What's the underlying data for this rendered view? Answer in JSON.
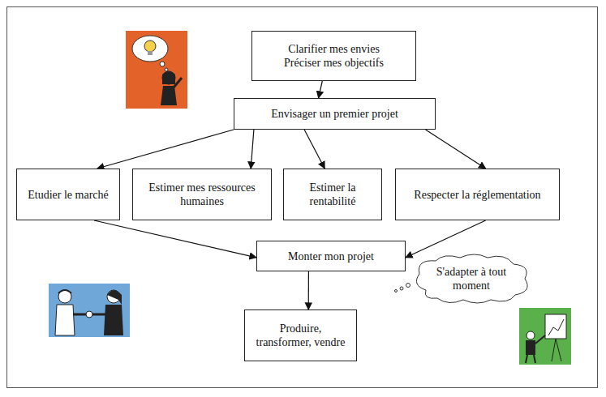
{
  "diagram": {
    "nodes": [
      {
        "text": [
          "Clarifier mes envies",
          "Préciser mes objectifs"
        ]
      },
      {
        "text": [
          "Envisager un premier projet"
        ]
      },
      {
        "text": [
          "Etudier le marché"
        ]
      },
      {
        "text": [
          "Estimer mes ressources humaines"
        ]
      },
      {
        "text": [
          "Estimer la rentabilité"
        ]
      },
      {
        "text": [
          "Respecter la réglementation"
        ]
      },
      {
        "text": [
          "Monter mon projet"
        ]
      },
      {
        "text": [
          "Produire, transformer, vendre"
        ]
      },
      {
        "text": [
          "S'adapter à tout moment"
        ]
      }
    ],
    "edges": [
      {
        "from": 0,
        "to": 1,
        "arrow": "to"
      },
      {
        "from": 1,
        "to": 2,
        "arrow": "to"
      },
      {
        "from": 1,
        "to": 3,
        "arrow": "to"
      },
      {
        "from": 1,
        "to": 4,
        "arrow": "to"
      },
      {
        "from": 1,
        "to": 5,
        "arrow": "to"
      },
      {
        "from": 2,
        "to": 6,
        "arrow": "to"
      },
      {
        "from": 5,
        "to": 6,
        "arrow": "to"
      },
      {
        "from": 6,
        "to": 7,
        "arrow": "to"
      }
    ]
  }
}
